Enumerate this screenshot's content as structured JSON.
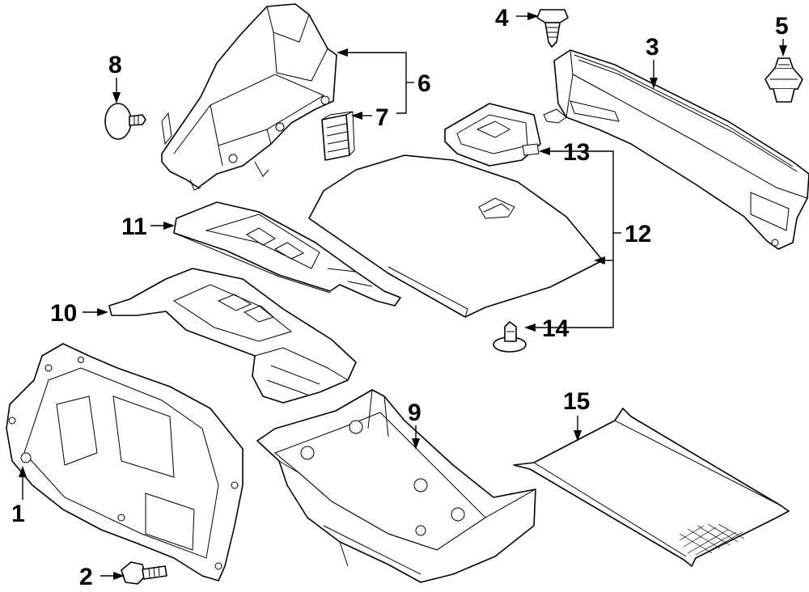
{
  "callouts": [
    {
      "id": "1",
      "label": "1",
      "part": "trunk-floor-trim-panel"
    },
    {
      "id": "2",
      "label": "2",
      "part": "bolt"
    },
    {
      "id": "3",
      "label": "3",
      "part": "rear-sill-trim-panel"
    },
    {
      "id": "4",
      "label": "4",
      "part": "push-pin-retainer"
    },
    {
      "id": "5",
      "label": "5",
      "part": "grommet-nut"
    },
    {
      "id": "6",
      "label": "6",
      "part": "side-trim-panel"
    },
    {
      "id": "7",
      "label": "7",
      "part": "trim-clip"
    },
    {
      "id": "8",
      "label": "8",
      "part": "push-fastener"
    },
    {
      "id": "9",
      "label": "9",
      "part": "spare-tire-tub-tray"
    },
    {
      "id": "10",
      "label": "10",
      "part": "lower-floor-insulator"
    },
    {
      "id": "11",
      "label": "11",
      "part": "upper-floor-insulator"
    },
    {
      "id": "12",
      "label": "12",
      "part": "load-floor-assembly"
    },
    {
      "id": "13",
      "label": "13",
      "part": "storage-bin"
    },
    {
      "id": "14",
      "label": "14",
      "part": "retainer-clip"
    },
    {
      "id": "15",
      "label": "15",
      "part": "cargo-net"
    }
  ]
}
